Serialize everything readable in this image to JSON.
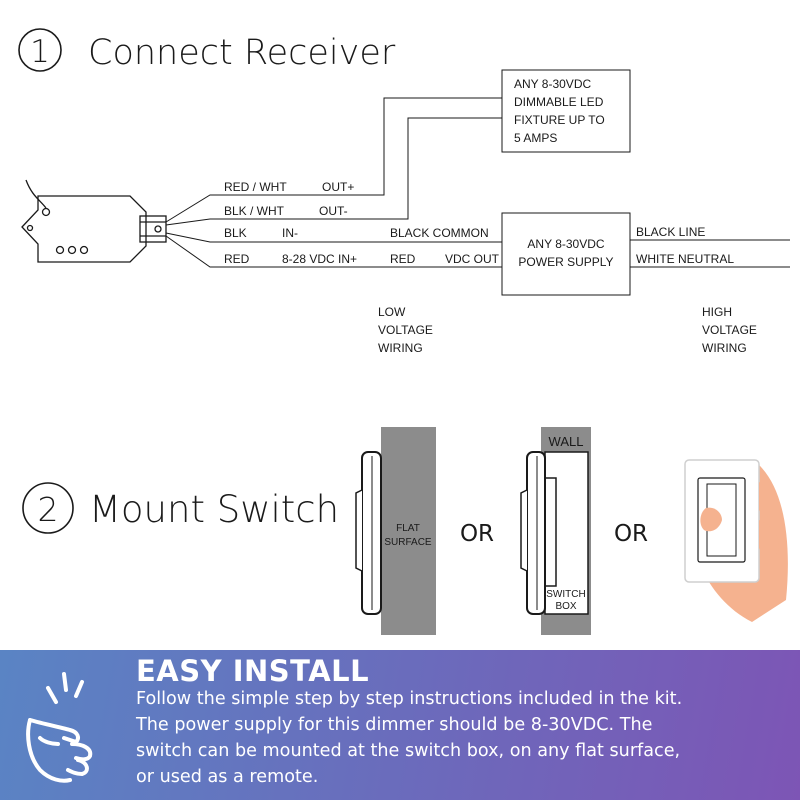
{
  "step1": {
    "number": "1",
    "title": "Connect Receiver"
  },
  "step2": {
    "number": "2",
    "title": "Mount Switch"
  },
  "led_fixture": {
    "lines": [
      "ANY 8-30VDC",
      "DIMMABLE LED",
      "FIXTURE UP TO",
      "5 AMPS"
    ]
  },
  "power_supply": {
    "lines": [
      "ANY 8-30VDC",
      "POWER SUPPLY"
    ]
  },
  "wire_labels": {
    "red_wht": "RED / WHT",
    "out_plus": "OUT+",
    "blk_wht": "BLK / WHT",
    "out_minus": "OUT-",
    "blk": "BLK",
    "in_minus": "IN-",
    "black_common": "BLACK COMMON",
    "red": "RED",
    "vdc_in": "8-28 VDC IN+",
    "red2": "RED",
    "vdc_out": "VDC OUT",
    "black_line": "BLACK LINE",
    "white_neutral": "WHITE NEUTRAL"
  },
  "low_voltage": [
    "LOW",
    "VOLTAGE",
    "WIRING"
  ],
  "high_voltage": [
    "HIGH",
    "VOLTAGE",
    "WIRING"
  ],
  "mount": {
    "flat_surface": [
      "FLAT",
      "SURFACE"
    ],
    "or_1": "OR",
    "wall": "WALL",
    "switch_box": [
      "SWITCH",
      "BOX"
    ],
    "or_2": "OR"
  },
  "banner": {
    "title": "EASY INSTALL",
    "lines": [
      "Follow the simple step by step instructions included in the kit.",
      "The power supply for this dimmer should be 8-30VDC. The",
      "switch can be mounted at the switch box, on any flat surface,",
      "or used as a remote."
    ]
  },
  "colors": {
    "banner_start": "#5a84c4",
    "banner_end": "#7d55b5",
    "wall": "#8c8c8c",
    "hand": "#f5b28f"
  }
}
